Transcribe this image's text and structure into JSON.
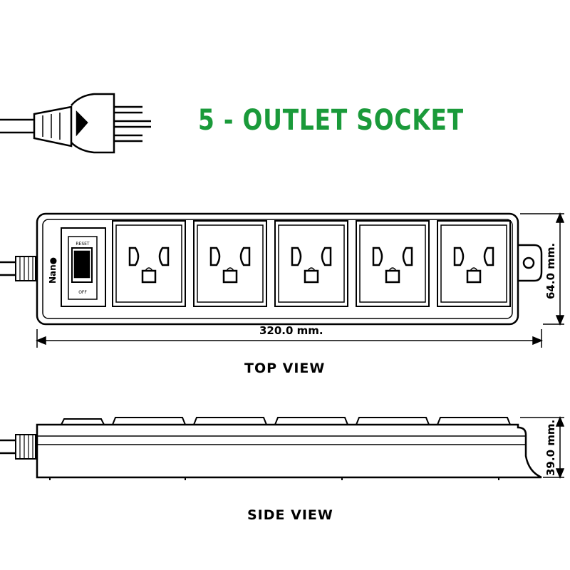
{
  "title": "5 - OUTLET SOCKET",
  "title_color": "#1a9a3a",
  "brand": "Nan●",
  "switch": {
    "on_label": "RESET",
    "off_label": "OFF"
  },
  "outlet_count": 5,
  "dimensions": {
    "length": "320.0 mm.",
    "width": "64.0 mm.",
    "height": "39.0 mm."
  },
  "views": {
    "top": "TOP VIEW",
    "side": "SIDE VIEW"
  },
  "icons": [
    "plug-icon",
    "cable-icon"
  ]
}
